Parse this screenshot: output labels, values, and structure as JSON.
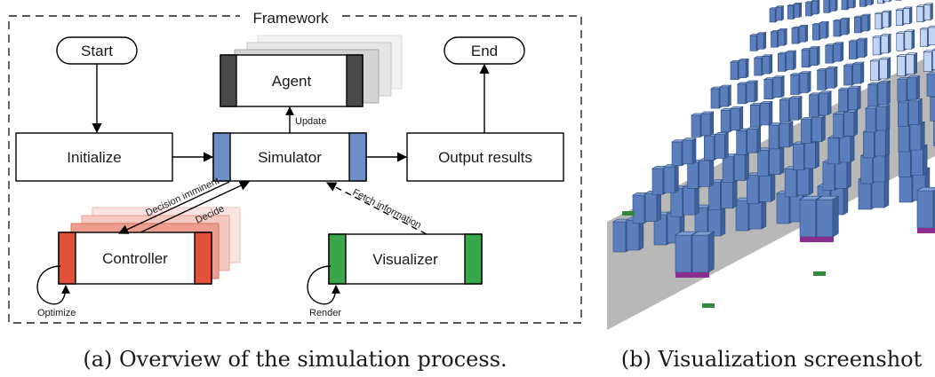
{
  "diagram": {
    "framework_label": "Framework",
    "nodes": {
      "start": "Start",
      "end": "End",
      "agent": "Agent",
      "initialize": "Initialize",
      "simulator": "Simulator",
      "output": "Output results",
      "controller": "Controller",
      "visualizer": "Visualizer"
    },
    "edges": {
      "update": "Update",
      "decision_imminent": "Decision imminent",
      "decide": "Decide",
      "fetch_information": "Fetch information",
      "optimize": "Optimize",
      "render": "Render"
    },
    "colors": {
      "agent": "#4a4a4a",
      "simulator": "#6d8fc7",
      "controller": "#e0503a",
      "visualizer": "#3aa64a"
    }
  },
  "captions": {
    "a": "(a) Overview of the simulation process.",
    "b": "(b) Visualization screenshot"
  }
}
